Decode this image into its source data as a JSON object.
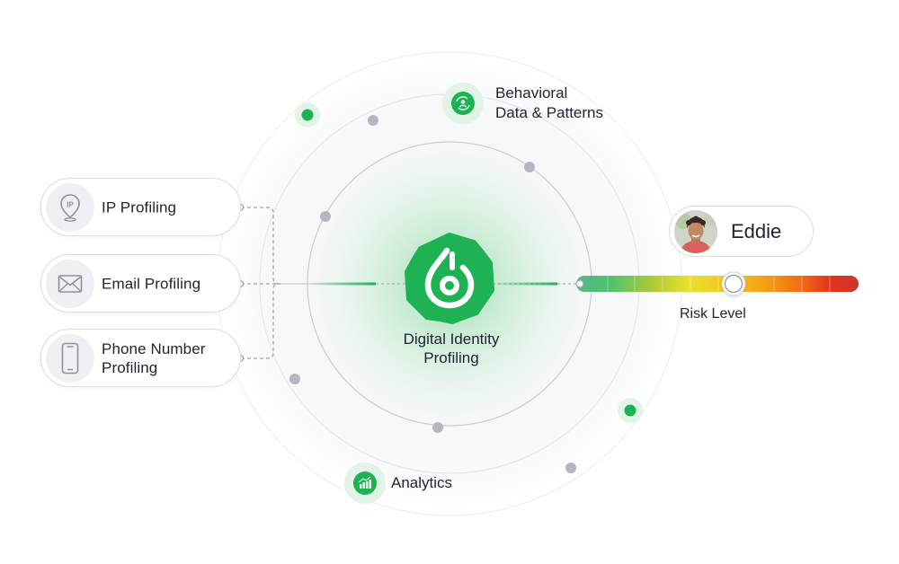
{
  "center": {
    "title_line1": "Digital Identity",
    "title_line2": "Profiling",
    "icon": "droplet-logo-icon"
  },
  "satellites": {
    "behavioral": {
      "line1": "Behavioral",
      "line2": "Data & Patterns",
      "icon": "user-cycle-icon"
    },
    "analytics": {
      "label": "Analytics",
      "icon": "bar-chart-icon"
    }
  },
  "inputs": [
    {
      "label_line1": "IP Profiling",
      "label_line2": "",
      "icon": "ip-location-pin-icon"
    },
    {
      "label_line1": "Email Profiling",
      "label_line2": "",
      "icon": "envelope-icon"
    },
    {
      "label_line1": "Phone Number",
      "label_line2": "Profiling",
      "icon": "smartphone-icon"
    }
  ],
  "user": {
    "name": "Eddie"
  },
  "risk": {
    "label": "Risk Level",
    "level": 0.56,
    "gradient_colors": [
      "#5bb38a",
      "#4cc46e",
      "#a8c83a",
      "#e8e130",
      "#f6c21c",
      "#f59b12",
      "#f06a16",
      "#e0341c",
      "#c9362f"
    ]
  },
  "colors": {
    "brand_green": "#1fb254",
    "orbit_line": "#e4e6ea",
    "dot_gray": "#b4b6c2",
    "text": "#1d2330"
  }
}
